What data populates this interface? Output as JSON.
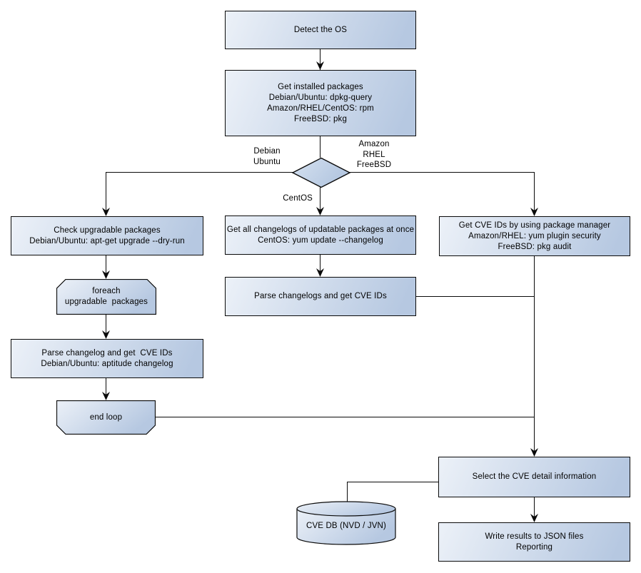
{
  "nodes": {
    "detect_os": {
      "shape": "process",
      "text": "Detect the OS"
    },
    "get_installed_packages": {
      "shape": "process",
      "text": "Get installed packages\nDebian/Ubuntu: dpkg-query\nAmazon/RHEL/CentOS: rpm\nFreeBSD: pkg"
    },
    "os_decision": {
      "shape": "decision",
      "text": ""
    },
    "check_upgradable": {
      "shape": "process",
      "text": "Check upgradable packages\nDebian/Ubuntu: apt-get upgrade --dry-run"
    },
    "foreach_loop_start": {
      "shape": "loop-start",
      "text": "foreach\nupgradable  packages"
    },
    "parse_changelog_debian": {
      "shape": "process",
      "text": "Parse changelog and get  CVE IDs\nDebian/Ubuntu: aptitude changelog"
    },
    "end_loop": {
      "shape": "loop-end",
      "text": "end loop"
    },
    "get_all_changelogs": {
      "shape": "process",
      "text": "Get all changelogs of updatable packages at once\nCentOS: yum update --changelog"
    },
    "parse_changelogs_centos": {
      "shape": "process",
      "text": "Parse changelogs and get CVE IDs"
    },
    "get_cve_ids_pkg_manager": {
      "shape": "process",
      "text": "Get CVE IDs by using package manager\nAmazon/RHEL: yum plugin security\nFreeBSD: pkg audit"
    },
    "select_cve_detail": {
      "shape": "process",
      "text": "Select the CVE detail information"
    },
    "cve_db": {
      "shape": "cylinder",
      "text": "CVE DB (NVD / JVN)"
    },
    "write_results": {
      "shape": "process",
      "text": "Write results to JSON files\nReporting"
    }
  },
  "edge_labels": {
    "left_branch": "Debian\nUbuntu",
    "right_branch": "Amazon\nRHEL\nFreeBSD",
    "down_branch": "CentOS"
  },
  "colors": {
    "shape_fill_light": "#ecf1f8",
    "shape_fill_dark": "#b6c8e1",
    "decision_fill_light": "#d5e1f0",
    "decision_fill_dark": "#b3c6e0",
    "shape_border": "#0a0a0a",
    "connector": "#0a0a0a",
    "text": "#000000",
    "background": "#ffffff"
  }
}
